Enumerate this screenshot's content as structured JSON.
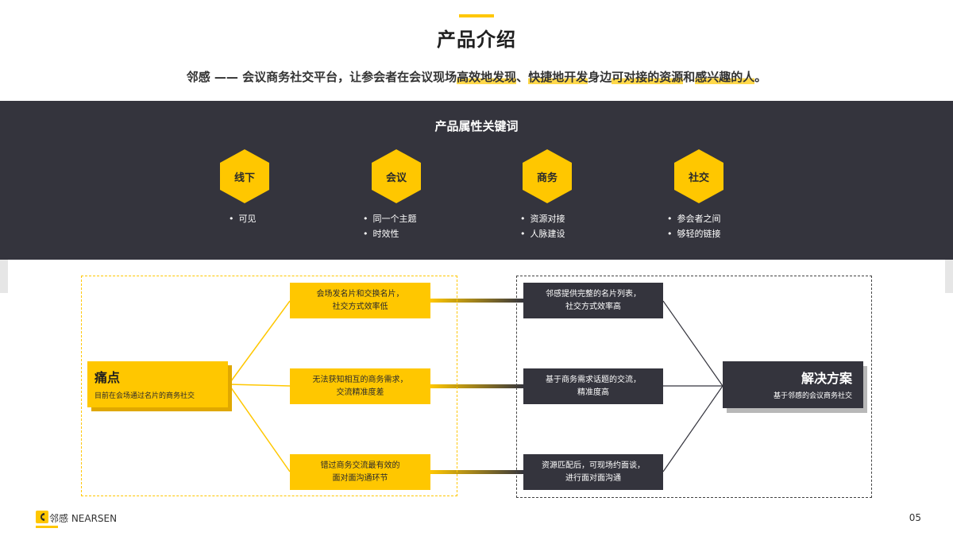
{
  "header": {
    "title": "产品介绍",
    "subtitle_parts": [
      {
        "text": "邻感 —— 会议商务社交平台，让参会者在会议现场",
        "hl": false
      },
      {
        "text": "高效地发现",
        "hl": true
      },
      {
        "text": "、",
        "hl": false
      },
      {
        "text": "快捷地开发",
        "hl": true
      },
      {
        "text": "身边",
        "hl": false
      },
      {
        "text": "可对接的资源",
        "hl": true
      },
      {
        "text": "和",
        "hl": false
      },
      {
        "text": "感兴趣的人",
        "hl": true
      },
      {
        "text": "。",
        "hl": false
      }
    ]
  },
  "keywords": {
    "title": "产品属性关键词",
    "items": [
      {
        "label": "线下",
        "bullets": [
          "可见"
        ]
      },
      {
        "label": "会议",
        "bullets": [
          "同一个主题",
          "时效性"
        ]
      },
      {
        "label": "商务",
        "bullets": [
          "资源对接",
          "人脉建设"
        ]
      },
      {
        "label": "社交",
        "bullets": [
          "参会者之间",
          "够轻的链接"
        ]
      }
    ]
  },
  "pain": {
    "title": "痛点",
    "desc": "目前在会场通过名片的商务社交",
    "items": [
      {
        "line1": "会场发名片和交换名片，",
        "line2": "社交方式效率低"
      },
      {
        "line1": "无法获知相互的商务需求，",
        "line2": "交流精准度差"
      },
      {
        "line1": "错过商务交流最有效的",
        "line2": "面对面沟通环节"
      }
    ]
  },
  "solution": {
    "title": "解决方案",
    "desc": "基于邻感的会议商务社交",
    "items": [
      {
        "line1": "邻感提供完整的名片列表，",
        "line2": "社交方式效率高"
      },
      {
        "line1": "基于商务需求话题的交流，",
        "line2": "精准度高"
      },
      {
        "line1": "资源匹配后，可现场约面谈，",
        "line2": "进行面对面沟通"
      }
    ]
  },
  "footer": {
    "logo_text": "邻感 NEARSEN",
    "page": "05"
  },
  "colors": {
    "accent": "#ffc700",
    "dark": "#34343d"
  }
}
